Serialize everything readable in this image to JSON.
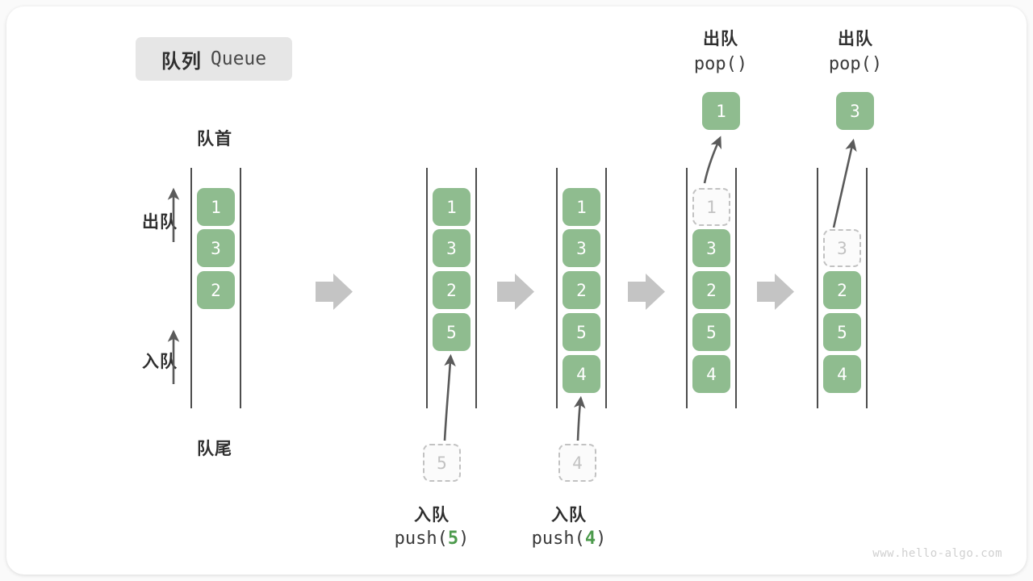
{
  "title": {
    "cn": "队列",
    "en": "Queue"
  },
  "colors": {
    "cell_fill": "#8fbc8f",
    "cell_text": "#ffffff",
    "ghost_border": "#c2c2c2",
    "ghost_text": "#c2c2c2",
    "rail": "#4d4d4d",
    "transition_arrow": "#c4c4c4",
    "op_arrow": "#5a5a5a",
    "label_text": "#2f2f2f",
    "accent_green": "#4c9a4c",
    "badge_bg": "#e6e6e6",
    "card_bg": "#ffffff",
    "page_bg": "#fafafa"
  },
  "axis_labels": {
    "head": "队首",
    "tail": "队尾",
    "dequeue": "出队",
    "enqueue": "入队"
  },
  "columns": [
    {
      "id": "col-initial",
      "cells": [
        {
          "value": "1",
          "state": "filled"
        },
        {
          "value": "3",
          "state": "filled"
        },
        {
          "value": "2",
          "state": "filled"
        }
      ]
    },
    {
      "id": "col-after-push-5",
      "cells": [
        {
          "value": "1",
          "state": "filled"
        },
        {
          "value": "3",
          "state": "filled"
        },
        {
          "value": "2",
          "state": "filled"
        },
        {
          "value": "5",
          "state": "filled"
        }
      ]
    },
    {
      "id": "col-after-push-4",
      "cells": [
        {
          "value": "1",
          "state": "filled"
        },
        {
          "value": "3",
          "state": "filled"
        },
        {
          "value": "2",
          "state": "filled"
        },
        {
          "value": "5",
          "state": "filled"
        },
        {
          "value": "4",
          "state": "filled"
        }
      ]
    },
    {
      "id": "col-after-pop-1",
      "cells": [
        {
          "value": "1",
          "state": "ghost"
        },
        {
          "value": "3",
          "state": "filled"
        },
        {
          "value": "2",
          "state": "filled"
        },
        {
          "value": "5",
          "state": "filled"
        },
        {
          "value": "4",
          "state": "filled"
        }
      ]
    },
    {
      "id": "col-after-pop-3",
      "cells": [
        {
          "value": "3",
          "state": "ghost"
        },
        {
          "value": "2",
          "state": "filled"
        },
        {
          "value": "5",
          "state": "filled"
        },
        {
          "value": "4",
          "state": "filled"
        }
      ]
    }
  ],
  "operations": [
    {
      "id": "push-5",
      "kind": "push",
      "cn": "入队",
      "code_prefix": "push(",
      "code_value": "5",
      "code_suffix": ")",
      "pending_value": "5"
    },
    {
      "id": "push-4",
      "kind": "push",
      "cn": "入队",
      "code_prefix": "push(",
      "code_value": "4",
      "code_suffix": ")",
      "pending_value": "4"
    },
    {
      "id": "pop-1",
      "kind": "pop",
      "cn": "出队",
      "code_prefix": "pop(",
      "code_value": "",
      "code_suffix": ")",
      "popped_value": "1"
    },
    {
      "id": "pop-3",
      "kind": "pop",
      "cn": "出队",
      "code_prefix": "pop(",
      "code_value": "",
      "code_suffix": ")",
      "popped_value": "3"
    }
  ],
  "watermark": "www.hello-algo.com"
}
